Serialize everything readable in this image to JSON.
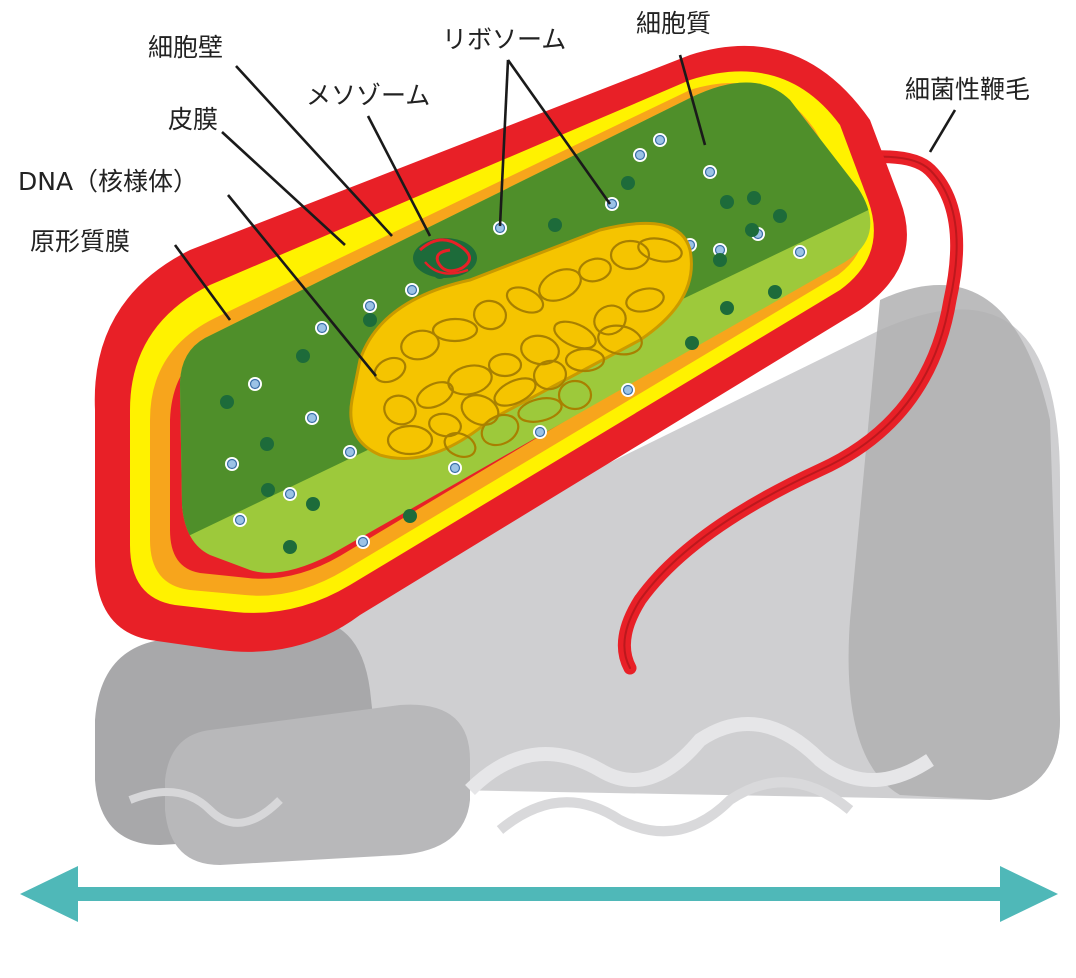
{
  "labels": {
    "cell_wall": "細胞壁",
    "ribosome": "リボソーム",
    "cytoplasm": "細胞質",
    "mesosome": "メソゾーム",
    "flagellum": "細菌性鞭毛",
    "capsule": "皮膜",
    "dna": "DNA（核様体）",
    "plasma_membrane": "原形質膜"
  },
  "colors": {
    "outer_membrane": "#e82027",
    "cell_wall": "#fff200",
    "membrane_orange": "#f7a51c",
    "cytoplasm_dark": "#4f8f2a",
    "cytoplasm_light": "#9dc93b",
    "dna": "#f5c400",
    "ribosome": "#9cc3e6",
    "granule": "#1d6b3a",
    "shadow_light": "#cfcfd1",
    "shadow_mid": "#b5b5b7",
    "shadow_dark": "#9a9a9c",
    "scale_arrow": "#4fb8b8"
  },
  "icons": {
    "scale": "double-headed-arrow-icon"
  }
}
